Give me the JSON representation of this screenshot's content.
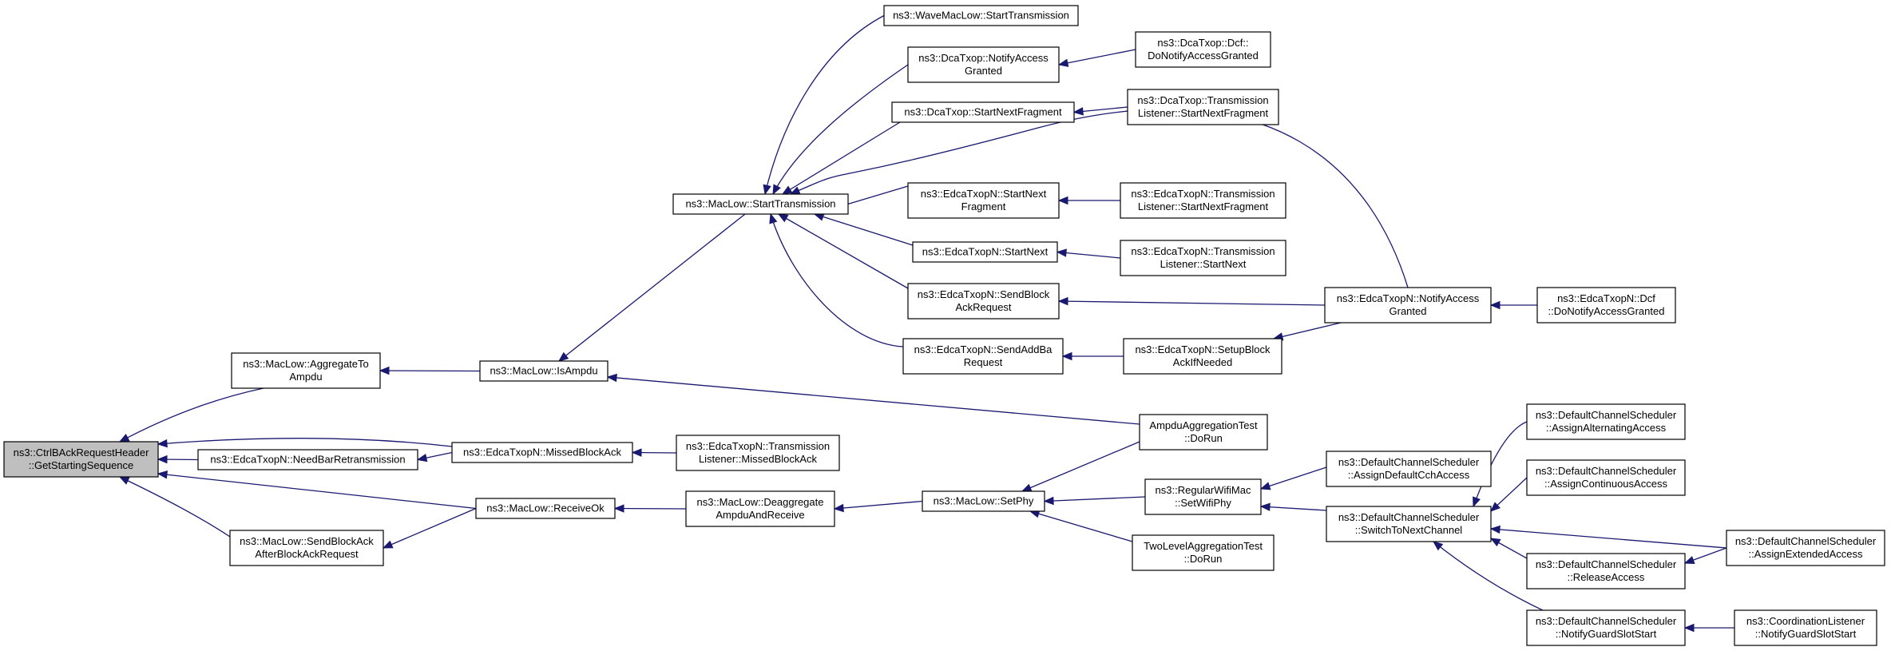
{
  "diagram": {
    "edge_color": "#191970",
    "root_fill": "#bfbfbf",
    "nodes": [
      {
        "id": "root",
        "lines": [
          "ns3::CtrlBAckRequestHeader",
          "::GetStartingSequence"
        ],
        "root": true
      },
      {
        "id": "aggregateToAmpdu",
        "lines": [
          "ns3::MacLow::AggregateTo",
          "Ampdu"
        ]
      },
      {
        "id": "needBar",
        "lines": [
          "ns3::EdcaTxopN::NeedBarRetransmission"
        ]
      },
      {
        "id": "sendBlockAckAfter",
        "lines": [
          "ns3::MacLow::SendBlockAck",
          "AfterBlockAckRequest"
        ]
      },
      {
        "id": "isAmpdu",
        "lines": [
          "ns3::MacLow::IsAmpdu"
        ]
      },
      {
        "id": "missedBlockAck",
        "lines": [
          "ns3::EdcaTxopN::MissedBlockAck"
        ]
      },
      {
        "id": "receiveOk",
        "lines": [
          "ns3::MacLow::ReceiveOk"
        ]
      },
      {
        "id": "startTransmission",
        "lines": [
          "ns3::MacLow::StartTransmission"
        ]
      },
      {
        "id": "tlMissedBlockAck",
        "lines": [
          "ns3::EdcaTxopN::Transmission",
          "Listener::MissedBlockAck"
        ]
      },
      {
        "id": "deaggregate",
        "lines": [
          "ns3::MacLow::Deaggregate",
          "AmpduAndReceive"
        ]
      },
      {
        "id": "waveStart",
        "lines": [
          "ns3::WaveMacLow::StartTransmission"
        ]
      },
      {
        "id": "dcaNotify",
        "lines": [
          "ns3::DcaTxop::NotifyAccess",
          "Granted"
        ]
      },
      {
        "id": "dcaStartNext",
        "lines": [
          "ns3::DcaTxop::StartNextFragment"
        ]
      },
      {
        "id": "edcaStartNextFrag",
        "lines": [
          "ns3::EdcaTxopN::StartNext",
          "Fragment"
        ]
      },
      {
        "id": "edcaStartNext",
        "lines": [
          "ns3::EdcaTxopN::StartNext"
        ]
      },
      {
        "id": "edcaSendBlockAck",
        "lines": [
          "ns3::EdcaTxopN::SendBlock",
          "AckRequest"
        ]
      },
      {
        "id": "edcaSendAddBa",
        "lines": [
          "ns3::EdcaTxopN::SendAddBa",
          "Request"
        ]
      },
      {
        "id": "setPhy",
        "lines": [
          "ns3::MacLow::SetPhy"
        ]
      },
      {
        "id": "dcaDcfNotify",
        "lines": [
          "ns3::DcaTxop::Dcf::",
          "DoNotifyAccessGranted"
        ]
      },
      {
        "id": "dcaTlStartNext",
        "lines": [
          "ns3::DcaTxop::Transmission",
          "Listener::StartNextFragment"
        ]
      },
      {
        "id": "edcaTlStartNextFrag",
        "lines": [
          "ns3::EdcaTxopN::Transmission",
          "Listener::StartNextFragment"
        ]
      },
      {
        "id": "edcaTlStartNext",
        "lines": [
          "ns3::EdcaTxopN::Transmission",
          "Listener::StartNext"
        ]
      },
      {
        "id": "edcaSetupBlockAck",
        "lines": [
          "ns3::EdcaTxopN::SetupBlock",
          "AckIfNeeded"
        ]
      },
      {
        "id": "ampduTest",
        "lines": [
          "AmpduAggregationTest",
          "::DoRun"
        ]
      },
      {
        "id": "regularWifiMac",
        "lines": [
          "ns3::RegularWifiMac",
          "::SetWifiPhy"
        ]
      },
      {
        "id": "twoLevelTest",
        "lines": [
          "TwoLevelAggregationTest",
          "::DoRun"
        ]
      },
      {
        "id": "edcaNotify",
        "lines": [
          "ns3::EdcaTxopN::NotifyAccess",
          "Granted"
        ]
      },
      {
        "id": "assignDefaultCch",
        "lines": [
          "ns3::DefaultChannelScheduler",
          "::AssignDefaultCchAccess"
        ]
      },
      {
        "id": "switchToNext",
        "lines": [
          "ns3::DefaultChannelScheduler",
          "::SwitchToNextChannel"
        ]
      },
      {
        "id": "edcaDcfNotify",
        "lines": [
          "ns3::EdcaTxopN::Dcf",
          "::DoNotifyAccessGranted"
        ]
      },
      {
        "id": "assignAlternating",
        "lines": [
          "ns3::DefaultChannelScheduler",
          "::AssignAlternatingAccess"
        ]
      },
      {
        "id": "assignContinuous",
        "lines": [
          "ns3::DefaultChannelScheduler",
          "::AssignContinuousAccess"
        ]
      },
      {
        "id": "releaseAccess",
        "lines": [
          "ns3::DefaultChannelScheduler",
          "::ReleaseAccess"
        ]
      },
      {
        "id": "notifyGuardSlot",
        "lines": [
          "ns3::DefaultChannelScheduler",
          "::NotifyGuardSlotStart"
        ]
      },
      {
        "id": "assignExtended",
        "lines": [
          "ns3::DefaultChannelScheduler",
          "::AssignExtendedAccess"
        ]
      },
      {
        "id": "coordNotifyGuard",
        "lines": [
          "ns3::CoordinationListener",
          "::NotifyGuardSlotStart"
        ]
      }
    ],
    "edges": [
      {
        "from": "aggregateToAmpdu",
        "to": "root"
      },
      {
        "from": "needBar",
        "to": "root"
      },
      {
        "from": "missedBlockAck",
        "to": "root"
      },
      {
        "from": "receiveOk",
        "to": "root"
      },
      {
        "from": "sendBlockAckAfter",
        "to": "root"
      },
      {
        "from": "isAmpdu",
        "to": "aggregateToAmpdu"
      },
      {
        "from": "missedBlockAck",
        "to": "needBar"
      },
      {
        "from": "receiveOk",
        "to": "sendBlockAckAfter"
      },
      {
        "from": "startTransmission",
        "to": "isAmpdu"
      },
      {
        "from": "ampduTest",
        "to": "isAmpdu"
      },
      {
        "from": "tlMissedBlockAck",
        "to": "missedBlockAck"
      },
      {
        "from": "deaggregate",
        "to": "receiveOk"
      },
      {
        "from": "waveStart",
        "to": "startTransmission"
      },
      {
        "from": "dcaNotify",
        "to": "startTransmission"
      },
      {
        "from": "dcaStartNext",
        "to": "startTransmission"
      },
      {
        "from": "edcaNotify",
        "to": "startTransmission"
      },
      {
        "from": "edcaStartNextFrag",
        "to": "startTransmission"
      },
      {
        "from": "edcaStartNext",
        "to": "startTransmission"
      },
      {
        "from": "edcaSendBlockAck",
        "to": "startTransmission"
      },
      {
        "from": "edcaSendAddBa",
        "to": "startTransmission"
      },
      {
        "from": "setPhy",
        "to": "deaggregate"
      },
      {
        "from": "dcaDcfNotify",
        "to": "dcaNotify"
      },
      {
        "from": "dcaTlStartNext",
        "to": "dcaStartNext"
      },
      {
        "from": "edcaTlStartNextFrag",
        "to": "edcaStartNextFrag"
      },
      {
        "from": "edcaTlStartNext",
        "to": "edcaStartNext"
      },
      {
        "from": "edcaNotify",
        "to": "edcaSendBlockAck"
      },
      {
        "from": "edcaSetupBlockAck",
        "to": "edcaSendAddBa"
      },
      {
        "from": "edcaNotify",
        "to": "edcaSetupBlockAck"
      },
      {
        "from": "ampduTest",
        "to": "setPhy"
      },
      {
        "from": "regularWifiMac",
        "to": "setPhy"
      },
      {
        "from": "twoLevelTest",
        "to": "setPhy"
      },
      {
        "from": "edcaDcfNotify",
        "to": "edcaNotify"
      },
      {
        "from": "assignDefaultCch",
        "to": "regularWifiMac"
      },
      {
        "from": "switchToNext",
        "to": "regularWifiMac"
      },
      {
        "from": "assignAlternating",
        "to": "switchToNext"
      },
      {
        "from": "assignContinuous",
        "to": "switchToNext"
      },
      {
        "from": "assignExtended",
        "to": "switchToNext"
      },
      {
        "from": "releaseAccess",
        "to": "switchToNext"
      },
      {
        "from": "notifyGuardSlot",
        "to": "switchToNext"
      },
      {
        "from": "assignExtended",
        "to": "releaseAccess"
      },
      {
        "from": "coordNotifyGuard",
        "to": "notifyGuardSlot"
      }
    ]
  }
}
